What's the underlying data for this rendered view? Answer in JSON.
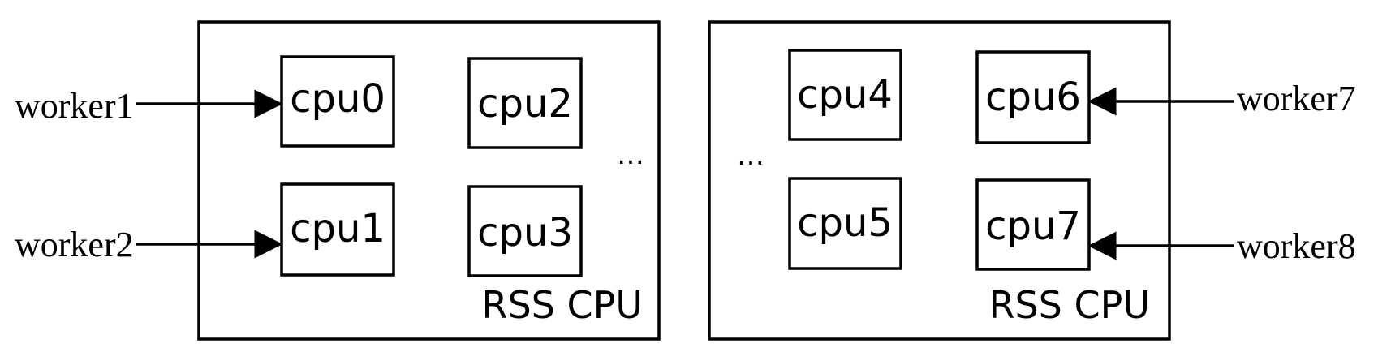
{
  "groups": [
    {
      "label": "RSS CPU",
      "ellipsis": "…",
      "cpus": [
        "cpu0",
        "cpu2",
        "cpu1",
        "cpu3"
      ]
    },
    {
      "label": "RSS CPU",
      "ellipsis": "…",
      "cpus": [
        "cpu4",
        "cpu6",
        "cpu5",
        "cpu7"
      ]
    }
  ],
  "workers": [
    {
      "label": "worker1",
      "target": "cpu0"
    },
    {
      "label": "worker2",
      "target": "cpu1"
    },
    {
      "label": "worker7",
      "target": "cpu6"
    },
    {
      "label": "worker8",
      "target": "cpu7"
    }
  ]
}
